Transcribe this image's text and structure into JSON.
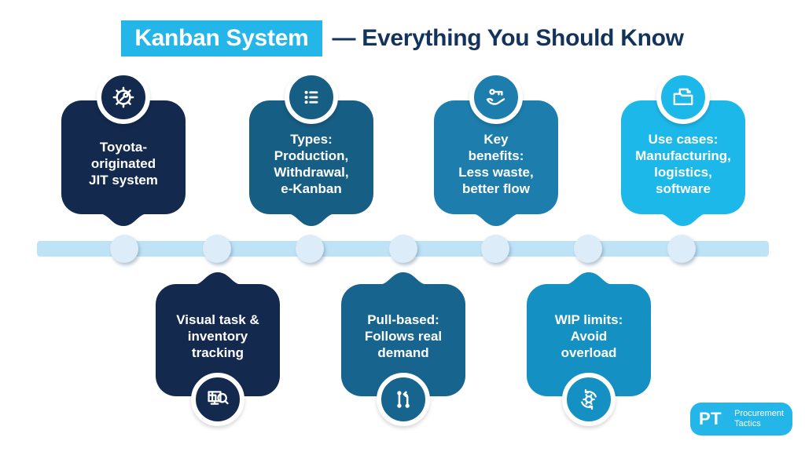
{
  "title": {
    "highlight": "Kanban System",
    "rest": "— Everything You Should Know"
  },
  "colors": {
    "accent_cyan": "#25b6e9",
    "title_text": "#14335c",
    "timeline_band": "#bfe3f6",
    "timeline_node": "#dcedf9"
  },
  "cards": [
    {
      "name": "toyota-jit",
      "icon": "gear-wrench-icon",
      "color": "#13294e",
      "lines": [
        "Toyota-",
        "originated",
        "JIT system",
        ""
      ]
    },
    {
      "name": "types",
      "icon": "bulleted-list-icon",
      "color": "#175e84",
      "lines": [
        "Types:",
        "Production,",
        "Withdrawal,",
        "e-Kanban"
      ]
    },
    {
      "name": "key-benefits",
      "icon": "hand-key-icon",
      "color": "#1d7ead",
      "lines": [
        "Key",
        "benefits:",
        "Less waste,",
        "better flow"
      ]
    },
    {
      "name": "use-cases",
      "icon": "folder-files-icon",
      "color": "#1db8ea",
      "lines": [
        "Use cases:",
        "Manufacturing,",
        "logistics,",
        "software"
      ]
    },
    {
      "name": "visual-tracking",
      "icon": "monitor-magnifier-icon",
      "color": "#13294e",
      "lines": [
        "Visual task &",
        "inventory",
        "tracking",
        ""
      ]
    },
    {
      "name": "pull-based",
      "icon": "pull-request-icon",
      "color": "#17648e",
      "lines": [
        "Pull-based:",
        "Follows real",
        "demand",
        ""
      ]
    },
    {
      "name": "wip-limits",
      "icon": "sync-gear-icon",
      "color": "#1590c2",
      "lines": [
        "WIP limits:",
        "Avoid",
        "overload",
        ""
      ]
    }
  ],
  "timeline": {
    "node_count": 7
  },
  "logo": {
    "abbr": "PT",
    "line1": "Procurement",
    "line2": "Tactics"
  }
}
